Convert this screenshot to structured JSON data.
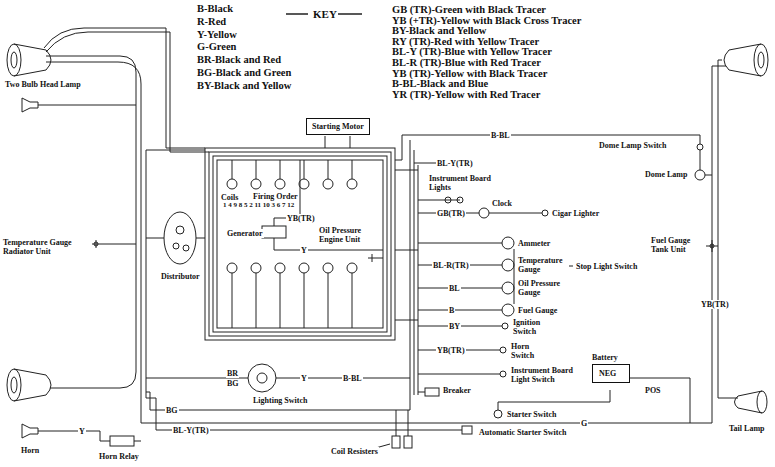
{
  "diagram": {
    "nodes": [
      {
        "text": [
          "Starting Motor"
        ]
      },
      {
        "text": [
          "Battery",
          "NEG"
        ]
      }
    ],
    "labels": [
      "KEY",
      "Two Bulb Head Lamp",
      "Coils",
      "Firing Order",
      "1 4 9 8 5 2 11 10 3 6 7 12",
      "Generator",
      "Distributor",
      "Temperature Gauge Radiator Unit",
      "Oil Pressure Engine Unit",
      "Instrument Board Lights",
      "Clock",
      "Cigar Lighter",
      "Ammeter",
      "Temperature Gauge",
      "Oil Pressure Gauge",
      "Fuel Gauge",
      "Ignition Switch",
      "Horn Switch",
      "Instrument Board Light Switch",
      "Stop Light Switch",
      "Dome Lamp Switch",
      "Dome Lamp",
      "Fuel Gauge Tank Unit",
      "POS",
      "Tail Lamp",
      "Breaker",
      "Lighting Switch",
      "Starter Switch",
      "Automatic Starter Switch",
      "Coil Resisters",
      "Horn Relay",
      "Horn",
      "B-BL",
      "BL-Y(TR)",
      "GB(TR)",
      "BL-R(TR)",
      "YB(TR)",
      "Y",
      "BL",
      "B",
      "BY",
      "YB(TR)",
      "B-BL",
      "Y",
      "BR",
      "BG",
      "BG",
      "BL-Y(TR)",
      "G",
      "YB(TR)",
      "Y"
    ],
    "legend": [
      {
        "text": "B-Black"
      },
      {
        "text": "R-Red"
      },
      {
        "text": "Y-Yellow"
      },
      {
        "text": "G-Green"
      },
      {
        "text": "BR-Black and Red"
      },
      {
        "text": "BG-Black and Green"
      },
      {
        "text": "BY-Black and Yellow"
      },
      {
        "text": "GB (TR)-Green with Black Tracer"
      },
      {
        "text": "YB (+TR)-Yellow with Black Cross Tracer"
      },
      {
        "text": "BY-Black and Yellow"
      },
      {
        "text": "RY (TR)-Red with Yellow Tracer"
      },
      {
        "text": "BL-Y (TR)-Blue with Yellow Tracer"
      },
      {
        "text": "BL-R (TR)-Blue with Red Tracer"
      },
      {
        "text": "YB (TR)-Yellow with Black Tracer"
      },
      {
        "text": "B-BL-Black and Blue"
      },
      {
        "text": "YR (TR)-Yellow with Red Tracer"
      }
    ]
  }
}
